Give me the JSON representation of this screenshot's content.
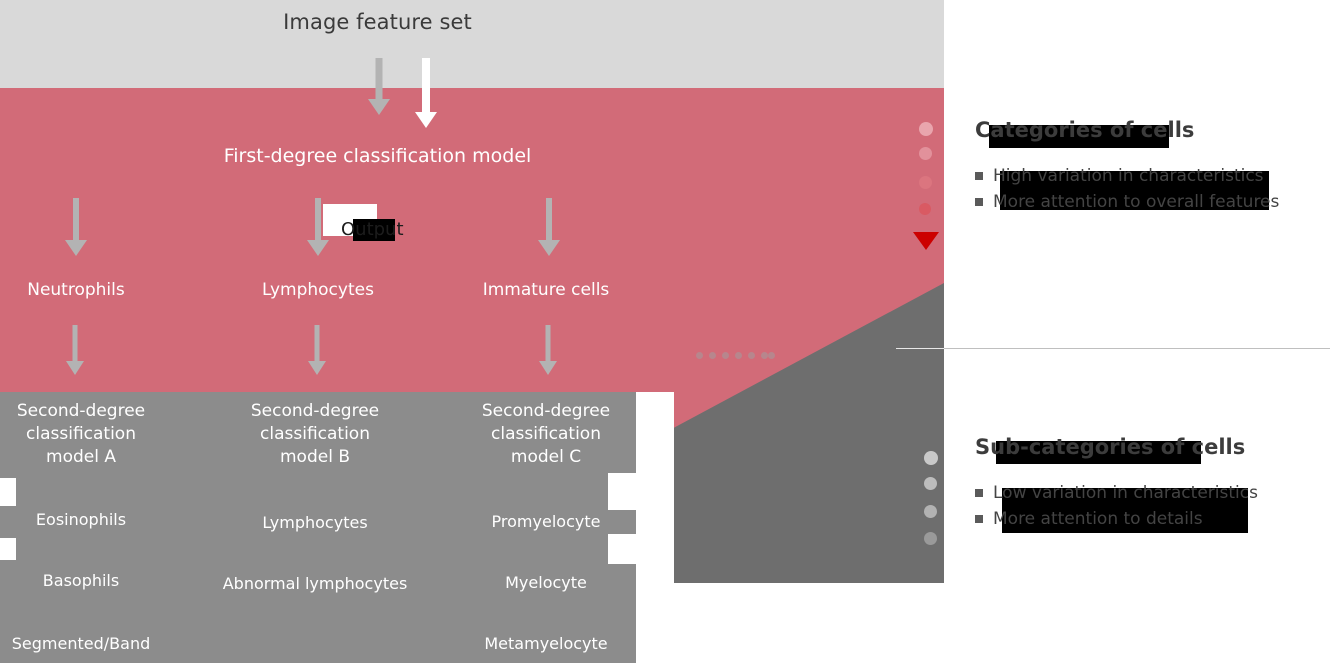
{
  "header": {
    "title": "Image feature set",
    "band_color": "#d9d9d9"
  },
  "colors": {
    "pink": "#d26b78",
    "gray_light": "#d9d9d9",
    "gray_mid": "#8c8c8c",
    "gray_dark": "#6e6e6e",
    "accent_red": "#cc0000",
    "white": "#ffffff",
    "highlight": "#000000"
  },
  "first_degree": {
    "title": "First-degree classification model",
    "output_label": "Output",
    "outputs": [
      {
        "label": "Neutrophils"
      },
      {
        "label": "Lymphocytes"
      },
      {
        "label": "Immature cells"
      }
    ]
  },
  "second_degree": {
    "models": [
      {
        "title": "Second-degree\nclassification\nmodel A",
        "title_line1": "Second-degree",
        "title_line2": "classification",
        "title_line3": "model A",
        "items": [
          "Eosinophils",
          "Basophils",
          "Segmented/Band"
        ]
      },
      {
        "title": "Second-degree\nclassification\nmodel B",
        "title_line1": "Second-degree",
        "title_line2": "classification",
        "title_line3": "model B",
        "items": [
          "Lymphocytes",
          "Abnormal lymphocytes"
        ]
      },
      {
        "title": "Second-degree\nclassification\nmodel C",
        "title_line1": "Second-degree",
        "title_line2": "classification",
        "title_line3": "model C",
        "items": [
          "Promyelocyte",
          "Myelocyte",
          "Metamyelocyte"
        ]
      }
    ]
  },
  "right_panels": [
    {
      "id": "categories",
      "title": "Categories of cells",
      "bullets": [
        "High variation in characteristics",
        "More attention to overall features"
      ]
    },
    {
      "id": "subcategories",
      "title": "Sub-categories of cells",
      "bullets": [
        "Low variation in characteristics",
        "More attention to details"
      ]
    }
  ],
  "decorations": {
    "pink_dots_count": 4,
    "gray_dots_count": 4,
    "dot_run_count": 7,
    "triangle_marker": "down-triangle"
  }
}
